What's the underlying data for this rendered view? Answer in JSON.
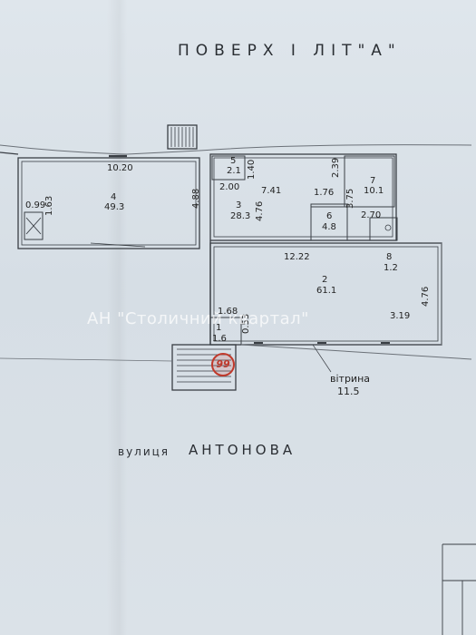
{
  "plan": {
    "title": "ПОВЕРХ І ЛІТ\"А\"",
    "street_prefix": "вулиця",
    "street_name": "АНТОНОВА",
    "watermark": "АН \"Столичний квартал\"",
    "stamp": "99",
    "labels": {
      "r4_num": "4",
      "r4_area": "49.3",
      "r4_width": "10.20",
      "r4_sub_w": "0.99",
      "r4_sub_h": "1.63",
      "r5_num": "5",
      "r5_area": "2.1",
      "r5_w": "2.00",
      "r5_h": "1.40",
      "r3_num": "3",
      "r3_area": "28.3",
      "r3_len": "7.41",
      "r3_h": "4.76",
      "r3_left": "4.88",
      "r6_num": "6",
      "r6_area": "4.8",
      "r6_w": "1.76",
      "r6_h": "2.39",
      "r6_h2": "3.75",
      "r7_num": "7",
      "r7_area": "10.1",
      "r7_w": "2.70",
      "r8_num": "8",
      "r8_area": "1.2",
      "r2_num": "2",
      "r2_area": "61.1",
      "r2_len": "12.22",
      "r2_h": "4.76",
      "r2_small": "3.19",
      "r1_num": "1",
      "r1_w": "1.68",
      "r1_w2": "1.6",
      "r1_h": "0.53",
      "vitrina_label": "вітрина",
      "vitrina_val": "11.5"
    }
  }
}
